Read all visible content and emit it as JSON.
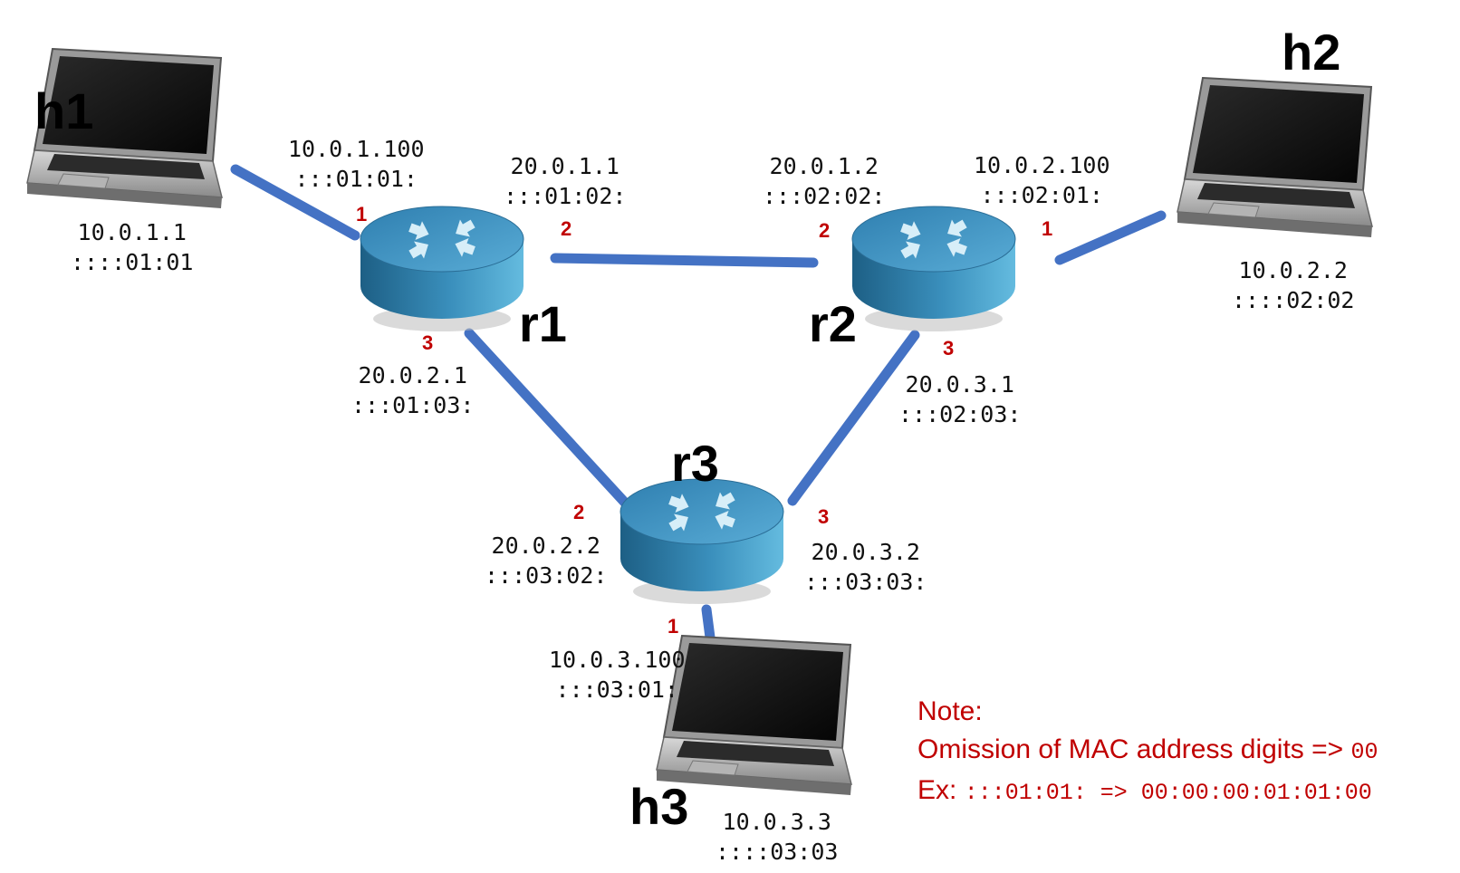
{
  "hosts": [
    {
      "name": "h1",
      "ip": "10.0.1.1",
      "mac": "::::01:01"
    },
    {
      "name": "h2",
      "ip": "10.0.2.2",
      "mac": "::::02:02"
    },
    {
      "name": "h3",
      "ip": "10.0.3.3",
      "mac": "::::03:03"
    }
  ],
  "routers": [
    {
      "name": "r1",
      "ports": [
        {
          "num": "1",
          "ip": "10.0.1.100",
          "mac": ":::01:01:"
        },
        {
          "num": "2",
          "ip": "20.0.1.1",
          "mac": ":::01:02:"
        },
        {
          "num": "3",
          "ip": "20.0.2.1",
          "mac": ":::01:03:"
        }
      ]
    },
    {
      "name": "r2",
      "ports": [
        {
          "num": "1",
          "ip": "10.0.2.100",
          "mac": ":::02:01:"
        },
        {
          "num": "2",
          "ip": "20.0.1.2",
          "mac": ":::02:02:"
        },
        {
          "num": "3",
          "ip": "20.0.3.1",
          "mac": ":::02:03:"
        }
      ]
    },
    {
      "name": "r3",
      "ports": [
        {
          "num": "1",
          "ip": "10.0.3.100",
          "mac": ":::03:01:"
        },
        {
          "num": "2",
          "ip": "20.0.2.2",
          "mac": ":::03:02:"
        },
        {
          "num": "3",
          "ip": "20.0.3.2",
          "mac": ":::03:03:"
        }
      ]
    }
  ],
  "links": [
    {
      "from": "h1",
      "to": "r1"
    },
    {
      "from": "r1",
      "to": "r2"
    },
    {
      "from": "r2",
      "to": "h2"
    },
    {
      "from": "r1",
      "to": "r3"
    },
    {
      "from": "r2",
      "to": "r3"
    },
    {
      "from": "r3",
      "to": "h3"
    }
  ],
  "note": {
    "title": "Note:",
    "line1_text": "Omission of MAC address digits =>",
    "line1_code": "00",
    "line2_prefix": "Ex:",
    "line2_code": ":::01:01: => 00:00:00:01:01:00"
  },
  "colors": {
    "link": "#4472c4",
    "router": "#3e8fb8",
    "port": "#c00000",
    "note": "#c00000"
  }
}
